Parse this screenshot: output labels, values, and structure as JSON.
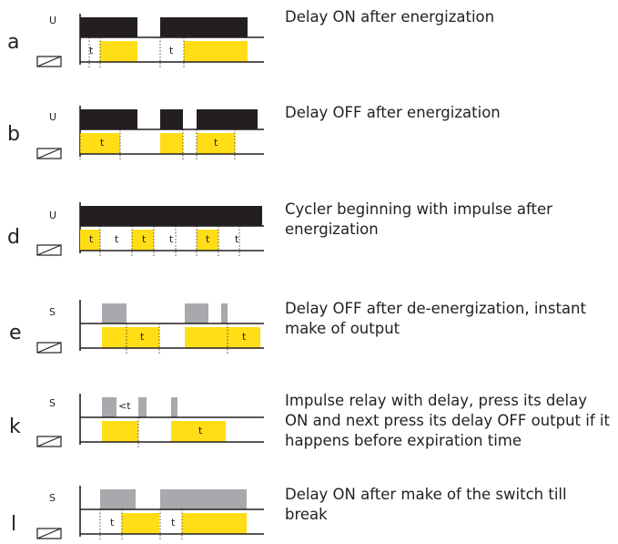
{
  "colors": {
    "black_pulse": "#231f20",
    "gray_pulse": "#a7a9ac",
    "yellow_pulse": "#ffde17",
    "line": "#231f20"
  },
  "rows": [
    {
      "letter": "a",
      "signal": "U",
      "description": "Delay ON after energization",
      "input": [
        [
          0,
          63,
          "black"
        ],
        [
          88,
          184,
          "black"
        ]
      ],
      "output": [
        [
          22,
          63,
          "yellow"
        ],
        [
          114,
          184,
          "yellow"
        ]
      ],
      "time_labels": [
        [
          10,
          "t"
        ],
        [
          98,
          "t"
        ]
      ],
      "dashes": [
        10,
        22,
        88,
        114
      ]
    },
    {
      "letter": "b",
      "signal": "U",
      "description": "Delay OFF after energization",
      "input": [
        [
          0,
          63,
          "black"
        ],
        [
          88,
          113,
          "black"
        ],
        [
          128,
          195,
          "black"
        ]
      ],
      "output": [
        [
          0,
          44,
          "yellow"
        ],
        [
          88,
          113,
          "yellow"
        ],
        [
          128,
          170,
          "yellow"
        ]
      ],
      "time_labels": [
        [
          22,
          "t"
        ],
        [
          147,
          "t"
        ]
      ],
      "dashes": [
        0,
        44,
        113,
        128,
        170
      ]
    },
    {
      "letter": "d",
      "signal": "U",
      "description": "Cycler beginning with impulse after energization",
      "input": [
        [
          0,
          200,
          "black"
        ]
      ],
      "output": [
        [
          0,
          22,
          "yellow"
        ],
        [
          57,
          81,
          "yellow"
        ],
        [
          128,
          152,
          "yellow"
        ]
      ],
      "time_labels": [
        [
          10,
          "t"
        ],
        [
          38,
          "t"
        ],
        [
          68,
          "t"
        ],
        [
          98,
          "t"
        ],
        [
          138,
          "t"
        ],
        [
          170,
          "t"
        ]
      ],
      "dashes": [
        22,
        57,
        81,
        105,
        128,
        152,
        175
      ]
    },
    {
      "letter": "e",
      "signal": "S",
      "description": "Delay OFF after de-energization, instant make of output",
      "input": [
        [
          24,
          51,
          "gray"
        ],
        [
          115,
          141,
          "gray"
        ],
        [
          155,
          162,
          "gray"
        ]
      ],
      "output": [
        [
          24,
          87,
          "yellow"
        ],
        [
          115,
          198,
          "yellow"
        ]
      ],
      "time_labels": [
        [
          66,
          "t"
        ],
        [
          178,
          "t"
        ]
      ],
      "dashes": [
        51,
        87,
        162
      ]
    },
    {
      "letter": "k",
      "signal": "S",
      "description": "Impulse relay with delay, press its delay ON and next press its delay OFF output if it happens before expiration time",
      "input": [
        [
          24,
          40,
          "gray"
        ],
        [
          64,
          73,
          "gray"
        ],
        [
          100,
          107,
          "gray"
        ]
      ],
      "output": [
        [
          24,
          64,
          "yellow"
        ],
        [
          100,
          160,
          "yellow"
        ]
      ],
      "time_labels": [
        [
          130,
          "t"
        ]
      ],
      "dashes": [
        64
      ],
      "annotation": "<t"
    },
    {
      "letter": "l",
      "signal": "S",
      "description": "Delay ON after make of the switch till break",
      "input": [
        [
          22,
          61,
          "gray"
        ],
        [
          88,
          183,
          "gray"
        ]
      ],
      "output": [
        [
          46,
          87,
          "yellow"
        ],
        [
          112,
          183,
          "yellow"
        ]
      ],
      "time_labels": [
        [
          33,
          "t"
        ],
        [
          100,
          "t"
        ]
      ],
      "dashes": [
        22,
        46,
        88,
        112
      ]
    }
  ]
}
